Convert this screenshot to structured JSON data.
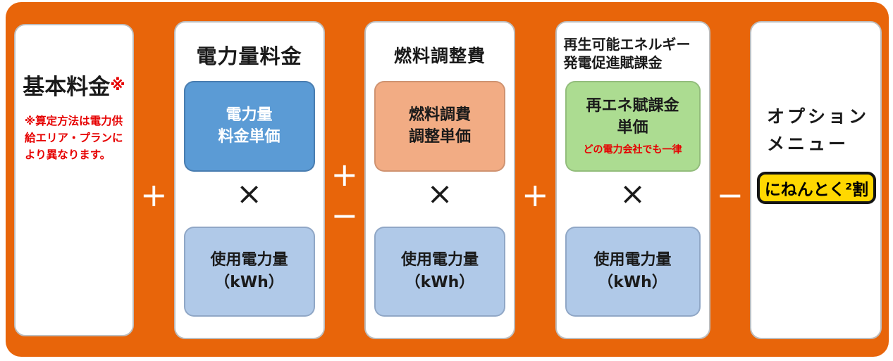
{
  "colors": {
    "frame-orange": "#E8650A",
    "card-border": "#BDBDBD",
    "price-blue": "#5B9BD5",
    "price-salmon": "#F2AC84",
    "price-green": "#ACDC91",
    "usage-blue": "#B0C9E8",
    "note-red": "#E60000",
    "badge-yellow": "#FFD800",
    "badge-border": "#141414",
    "text-black": "#1A1A1A"
  },
  "panels": [
    {
      "title": "基本料金",
      "note_mark": "※",
      "note_lines": [
        "※算定方法は電力供",
        "給エリア・プランに",
        "より異なります。"
      ]
    },
    {
      "title": "電力量料金",
      "price_lines": [
        "電力量",
        "料金単価"
      ],
      "multiply": "×",
      "usage_lines": [
        "使用電力量",
        "（kWh）"
      ]
    },
    {
      "title": "燃料調整費",
      "price_lines": [
        "燃料調費",
        "調整単価"
      ],
      "multiply": "×",
      "usage_lines": [
        "使用電力量",
        "（kWh）"
      ]
    },
    {
      "title_lines": [
        "再生可能エネルギー",
        "発電促進賦課金"
      ],
      "price_lines": [
        "再エネ賦課金",
        "単価"
      ],
      "price_note": "どの電力会社でも一律",
      "multiply": "×",
      "usage_lines": [
        "使用電力量",
        "（kWh）"
      ]
    },
    {
      "title_lines": [
        "オプション",
        "メニュー"
      ],
      "badge_label": "にねんとく²割"
    }
  ],
  "operators": {
    "plus_1": "+",
    "plus_minus_top": "+",
    "plus_minus_bottom": "−",
    "plus_2": "+",
    "minus_1": "−"
  }
}
